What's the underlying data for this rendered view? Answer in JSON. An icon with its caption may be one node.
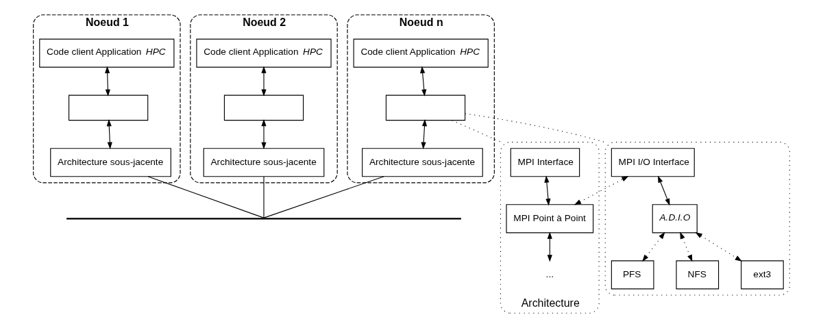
{
  "diagram": {
    "nodes": [
      {
        "text": [
          "Noeud 1"
        ]
      },
      {
        "text": [
          "Code client Application *HPC*"
        ],
        "in": 0
      },
      {
        "text": [],
        "shape": "box",
        "in": 0
      },
      {
        "text": [
          "Architecture sous-jacente"
        ],
        "in": 0
      },
      {
        "text": [
          "Noeud 2"
        ]
      },
      {
        "text": [
          "Code client Application *HPC*"
        ],
        "in": 4
      },
      {
        "text": [],
        "shape": "box",
        "in": 4
      },
      {
        "text": [
          "Architecture sous-jacente"
        ],
        "in": 4
      },
      {
        "text": [
          "Noeud n"
        ]
      },
      {
        "text": [
          "Code client Application *HPC*"
        ],
        "in": 8
      },
      {
        "text": [],
        "shape": "box",
        "in": 8
      },
      {
        "text": [
          "Architecture sous-jacente"
        ],
        "in": 8
      },
      {
        "text": [],
        "shape": "bar"
      },
      {
        "text": [
          "Architecture"
        ]
      },
      {
        "text": [
          "MPI Interface"
        ],
        "in": 13
      },
      {
        "text": [
          "MPI Point à Point"
        ],
        "in": 13
      },
      {
        "text": [
          "..."
        ],
        "in": 13
      },
      {
        "text": [],
        "shape": "box"
      },
      {
        "text": [
          "MPI I/O Interface"
        ],
        "in": 17
      },
      {
        "text": [
          "*A.D.I.O*"
        ],
        "in": 17
      },
      {
        "text": [
          "PFS"
        ],
        "in": 17
      },
      {
        "text": [
          "NFS"
        ],
        "in": 17
      },
      {
        "text": [
          "ext3"
        ],
        "in": 17
      }
    ],
    "edges": [
      {
        "from": 1,
        "to": 2,
        "arrow": "both"
      },
      {
        "from": 2,
        "to": 3,
        "arrow": "both"
      },
      {
        "from": 5,
        "to": 6,
        "arrow": "both"
      },
      {
        "from": 6,
        "to": 7,
        "arrow": "both"
      },
      {
        "from": 9,
        "to": 10,
        "arrow": "both"
      },
      {
        "from": 10,
        "to": 11,
        "arrow": "both"
      },
      {
        "from": 3,
        "to": 12,
        "arrow": "none"
      },
      {
        "from": 7,
        "to": 12,
        "arrow": "none"
      },
      {
        "from": 11,
        "to": 12,
        "arrow": "none"
      },
      {
        "from": 10,
        "to": 13,
        "arrow": "none",
        "style": "dashed"
      },
      {
        "from": 10,
        "to": 17,
        "arrow": "none",
        "style": "dashed"
      },
      {
        "from": 14,
        "to": 15,
        "arrow": "both"
      },
      {
        "from": 15,
        "to": 16,
        "arrow": "both"
      },
      {
        "from": 15,
        "to": 18,
        "arrow": "both",
        "style": "dashed"
      },
      {
        "from": 18,
        "to": 19,
        "arrow": "both"
      },
      {
        "from": 19,
        "to": 20,
        "arrow": "both",
        "style": "dashed"
      },
      {
        "from": 19,
        "to": 21,
        "arrow": "both",
        "style": "dashed"
      },
      {
        "from": 19,
        "to": 22,
        "arrow": "both",
        "style": "dashed"
      }
    ]
  }
}
